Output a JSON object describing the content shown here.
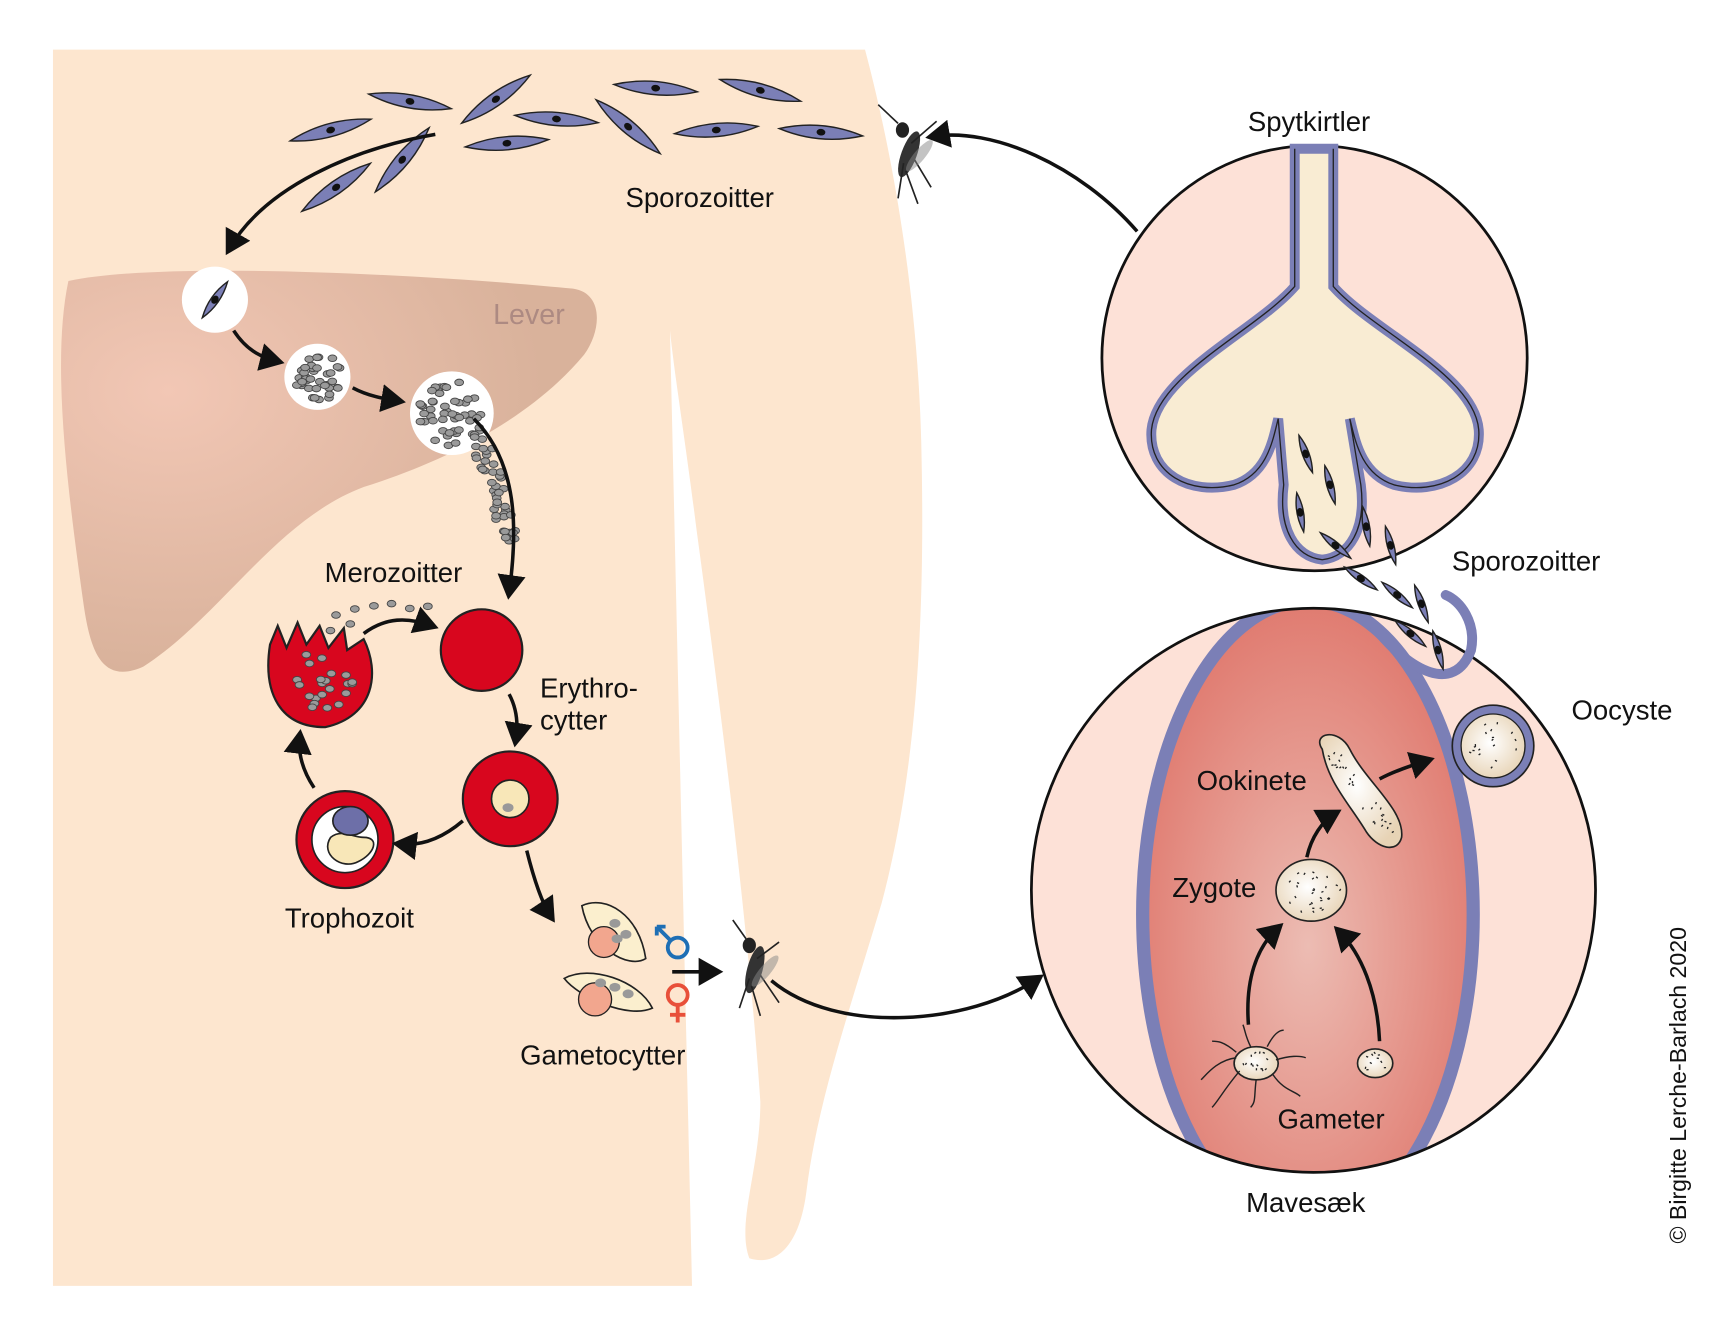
{
  "labels": {
    "sporozoitter_host": "Sporozoitter",
    "lever": "Lever",
    "merozoitter": "Merozoitter",
    "erythrocytter_line1": "Erythro-",
    "erythrocytter_line2": "cytter",
    "trophozoit": "Trophozoit",
    "gametocytter": "Gametocytter",
    "spytkirtler": "Spytkirtler",
    "sporozoitter_mosquito": "Sporozoitter",
    "oocyste": "Oocyste",
    "ookinete": "Ookinete",
    "zygote": "Zygote",
    "gameter": "Gameter",
    "mavesaek": "Mavesæk"
  },
  "copyright": "© Birgitte Lerche-Barlach 2020",
  "colors": {
    "skin": "#fde6cf",
    "liver": "#dfb7a0",
    "erythrocyte": "#d8061e",
    "parasite": "#7b7fb6",
    "mosquito_tissue": "#fde1d7",
    "midgut": "#e07e72",
    "male_symbol": "#1e6fb5",
    "female_symbol": "#e8503a"
  }
}
